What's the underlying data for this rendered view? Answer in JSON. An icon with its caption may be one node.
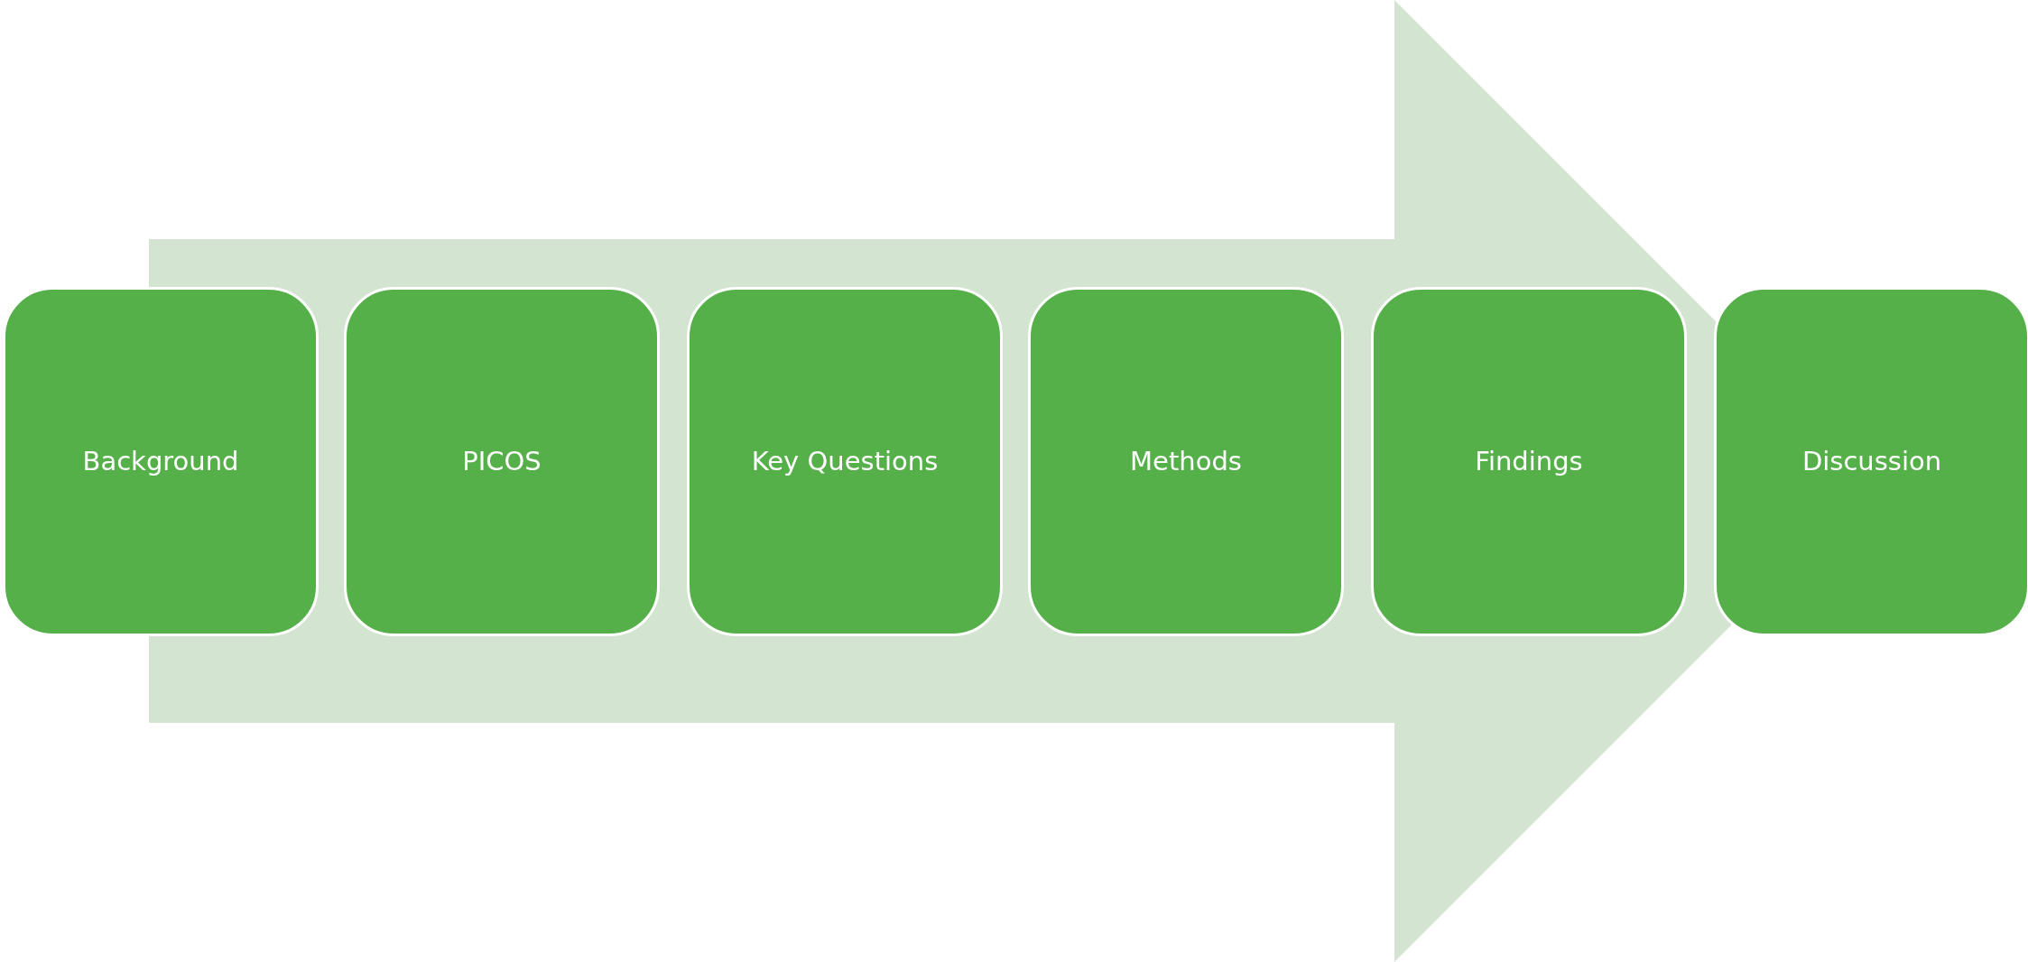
{
  "diagram": {
    "nodes": [
      {
        "text": [
          "Background"
        ]
      },
      {
        "text": [
          "PICOS"
        ]
      },
      {
        "text": [
          "Key Questions"
        ]
      },
      {
        "text": [
          "Methods"
        ]
      },
      {
        "text": [
          "Findings"
        ]
      },
      {
        "text": [
          "Discussion"
        ]
      }
    ],
    "edges": [
      {
        "from": 0,
        "to": 5,
        "arrow": "to"
      }
    ]
  }
}
